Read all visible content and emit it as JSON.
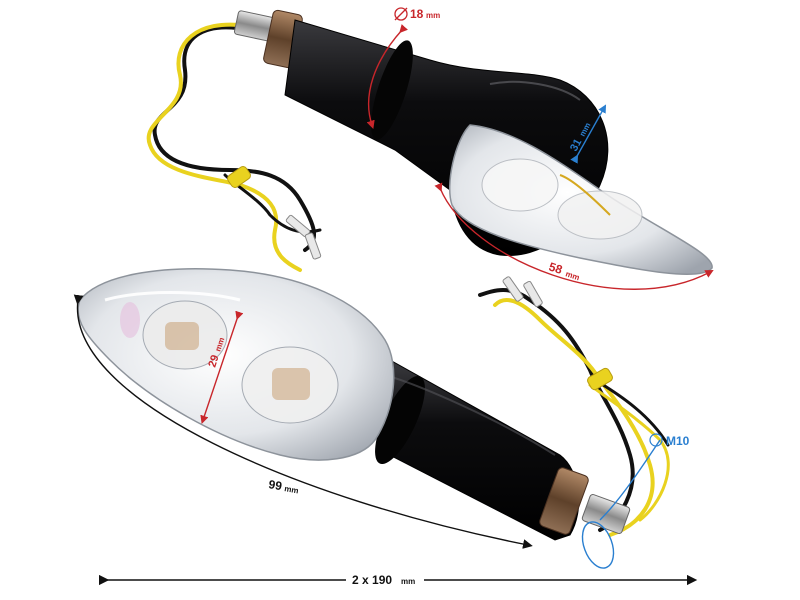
{
  "labels": {
    "diameter": {
      "value": "18",
      "unit": "mm"
    },
    "lens_height": {
      "value": "31",
      "unit": "mm"
    },
    "lens_length": {
      "value": "58",
      "unit": "mm"
    },
    "lens_width": {
      "value": "29",
      "unit": "mm"
    },
    "body_length": {
      "value": "99",
      "unit": "mm"
    },
    "thread": {
      "value": "M10"
    },
    "total_length": {
      "value": "2 x 190",
      "unit": "mm"
    }
  },
  "colors": {
    "red_dimension": "#c8262b",
    "blue_dimension": "#2a7fd0",
    "black_dimension": "#111111",
    "body_black": "#0b0b0d",
    "wire_yellow": "#e9d21f",
    "wire_black": "#111111",
    "bronze_nut": "#7a5a3c"
  }
}
